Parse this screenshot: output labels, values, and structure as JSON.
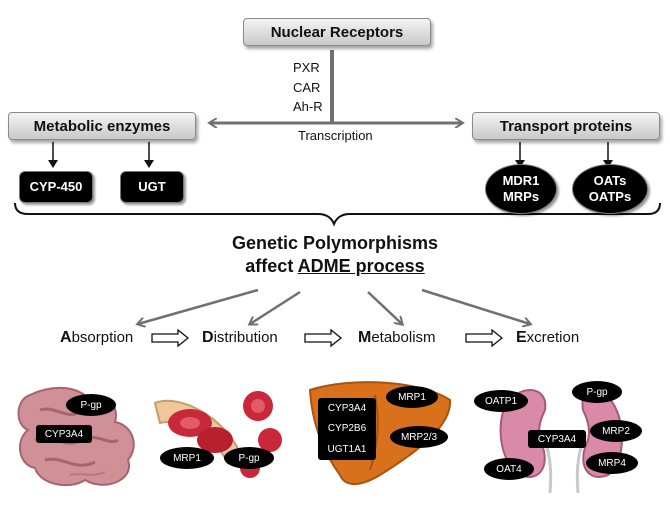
{
  "nuclear_receptors": {
    "title": "Nuclear Receptors",
    "receptors": [
      "PXR",
      "CAR",
      "Ah-R"
    ],
    "transcription": "Transcription"
  },
  "metabolic_enzymes": {
    "title": "Metabolic enzymes",
    "items": [
      "CYP-450",
      "UGT"
    ]
  },
  "transport_proteins": {
    "title": "Transport proteins",
    "items": [
      [
        "MDR1",
        "MRPs"
      ],
      [
        "OATs",
        "OATPs"
      ]
    ]
  },
  "headline": {
    "line1": "Genetic Polymorphisms",
    "line2_prefix": "affect ",
    "line2_underlined": "ADME process"
  },
  "stages": [
    {
      "initial": "A",
      "rest": "bsorption"
    },
    {
      "initial": "D",
      "rest": "istribution"
    },
    {
      "initial": "M",
      "rest": "etabolism"
    },
    {
      "initial": "E",
      "rest": "xcretion"
    }
  ],
  "absorption_labels": {
    "pgp": "P-gp",
    "cyp": "CYP3A4"
  },
  "distribution_labels": {
    "mrp1": "MRP1",
    "pgp": "P-gp"
  },
  "metabolism_labels": {
    "enzymes": [
      "CYP3A4",
      "CYP2B6",
      "UGT1A1"
    ],
    "mrp1": "MRP1",
    "mrp23": "MRP2/3"
  },
  "excretion_labels": {
    "oatp1": "OATP1",
    "pgp": "P-gp",
    "cyp": "CYP3A4",
    "mrp2": "MRP2",
    "oat4": "OAT4",
    "mrp4": "MRP4"
  },
  "colors": {
    "box_gray": "#d9d9d9",
    "arrow_gray": "#707070",
    "label_black": "#000000",
    "intestine": "#c98a8f",
    "liver": "#d9701c",
    "kidney": "#d98aa8",
    "rbc": "#c8283a"
  }
}
